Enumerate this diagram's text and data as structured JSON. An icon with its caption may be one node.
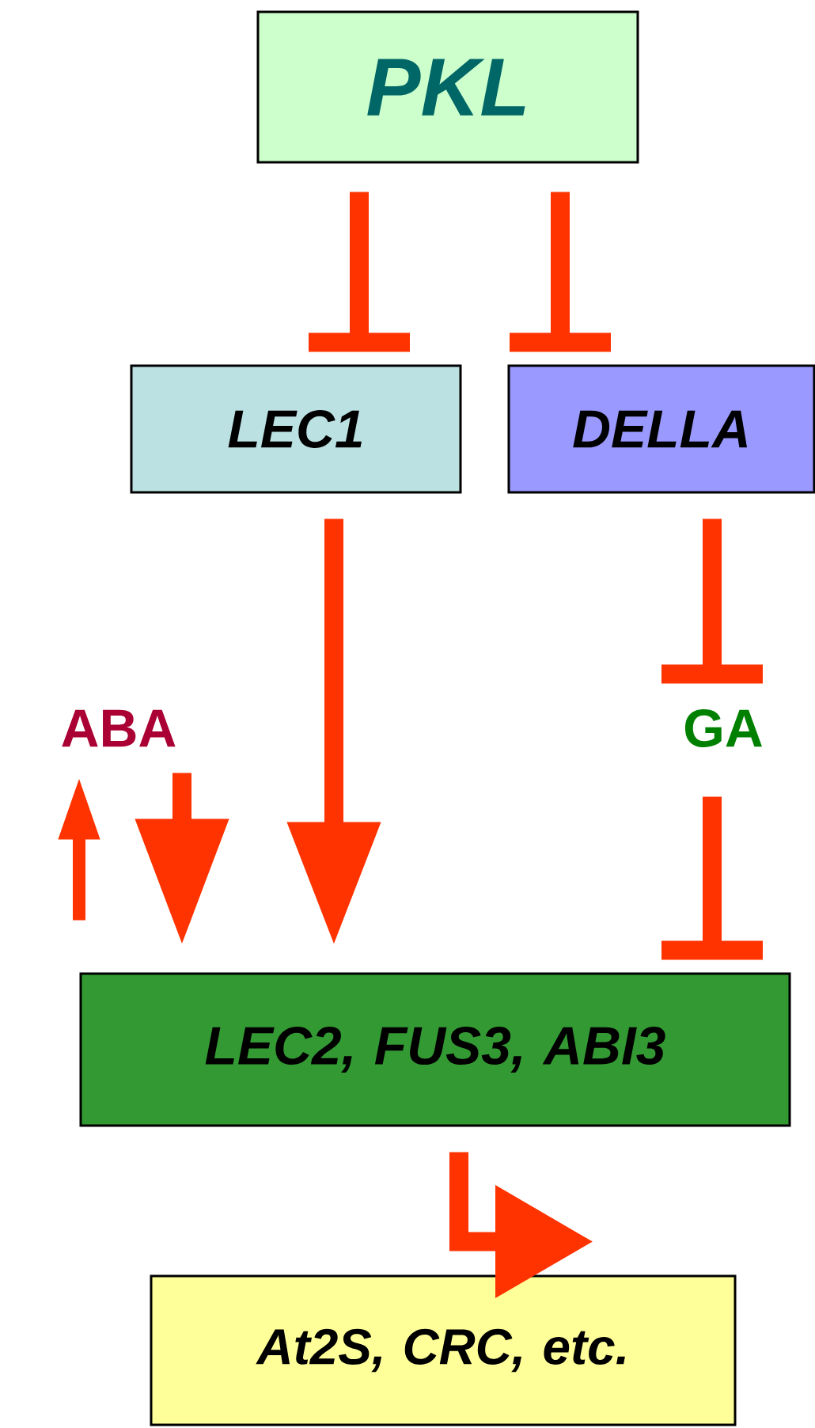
{
  "diagram": {
    "nodes": [
      {
        "text": [
          "PKL"
        ]
      },
      {
        "text": [
          "LEC1"
        ]
      },
      {
        "text": [
          "DELLA"
        ]
      },
      {
        "text": [
          "ABA"
        ]
      },
      {
        "text": [
          "GA"
        ]
      },
      {
        "text": [
          "LEC2, FUS3, ABI3"
        ]
      },
      {
        "text": [
          "At2S, CRC, etc."
        ]
      }
    ],
    "edges": [
      {
        "from": 0,
        "to": 1,
        "arrow": "other"
      },
      {
        "from": 0,
        "to": 2,
        "arrow": "other"
      },
      {
        "from": 1,
        "to": 5,
        "arrow": "to"
      },
      {
        "from": 2,
        "to": 4,
        "arrow": "other"
      },
      {
        "from": 4,
        "to": 5,
        "arrow": "other"
      },
      {
        "from": 3,
        "to": 5,
        "arrow": "to"
      },
      {
        "from": 5,
        "to": 3,
        "arrow": "to"
      },
      {
        "from": 5,
        "to": 6,
        "arrow": "to"
      }
    ]
  }
}
